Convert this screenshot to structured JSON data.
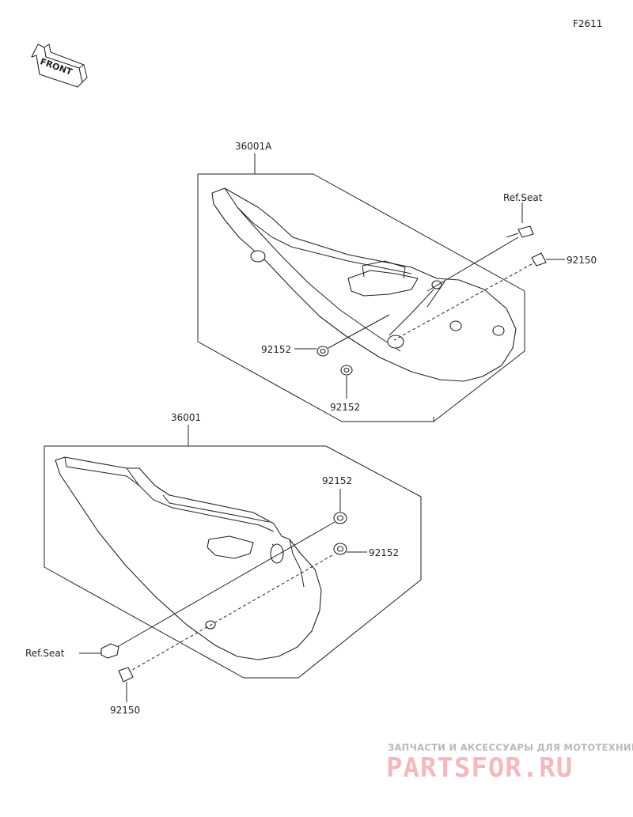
{
  "diagram_code": "F2611",
  "front_label": "FRONT",
  "upper_assembly": {
    "part_number": "36001A",
    "screw_label": "Ref.Seat",
    "bolt_label": "92150",
    "washer_left_label": "92152",
    "washer_bottom_label": "92152"
  },
  "lower_assembly": {
    "part_number": "36001",
    "washer_top_label": "92152",
    "washer_right_label": "92152",
    "screw_label": "Ref.Seat",
    "bolt_label": "92150"
  },
  "watermark": {
    "tagline": "ЗАПЧАСТИ И АКСЕССУАРЫ ДЛЯ МОТОТЕХНИКИ",
    "brand": "PARTSFOR.RU"
  }
}
